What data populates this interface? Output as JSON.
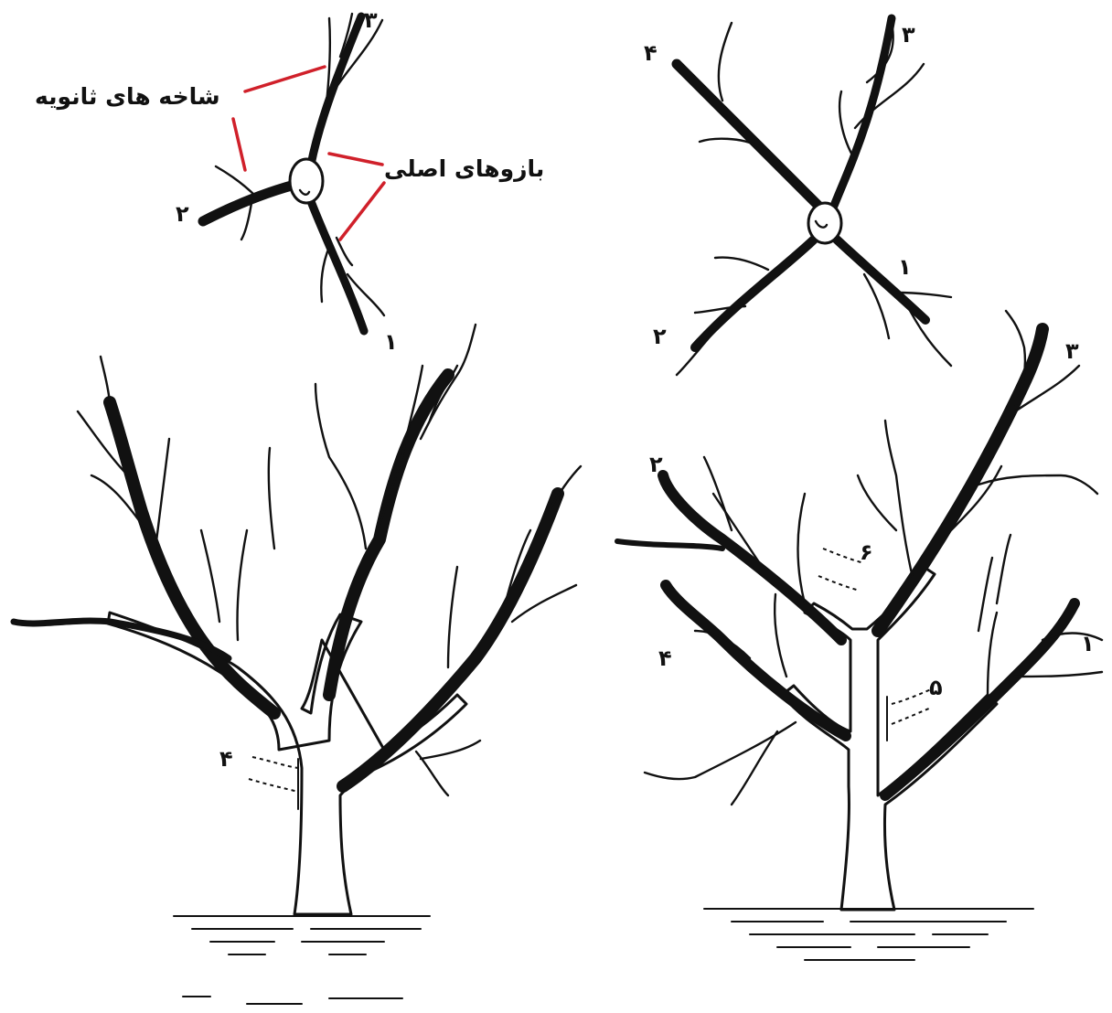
{
  "annotations": {
    "secondary_branches": "شاخه های ثانویه",
    "main_scaffolds": "بازوهای اصلی",
    "color": "#d0202a"
  },
  "top_left": {
    "label_1": "۱",
    "label_2": "۲",
    "label_3": "۳"
  },
  "top_right": {
    "label_1": "۱",
    "label_2": "۲",
    "label_3": "۳",
    "label_4": "۴"
  },
  "bottom_left": {
    "label_4": "۴"
  },
  "bottom_right": {
    "label_1": "۱",
    "label_2": "۲",
    "label_3": "۳",
    "label_4": "۴",
    "label_5": "۵",
    "label_6": "۶"
  }
}
